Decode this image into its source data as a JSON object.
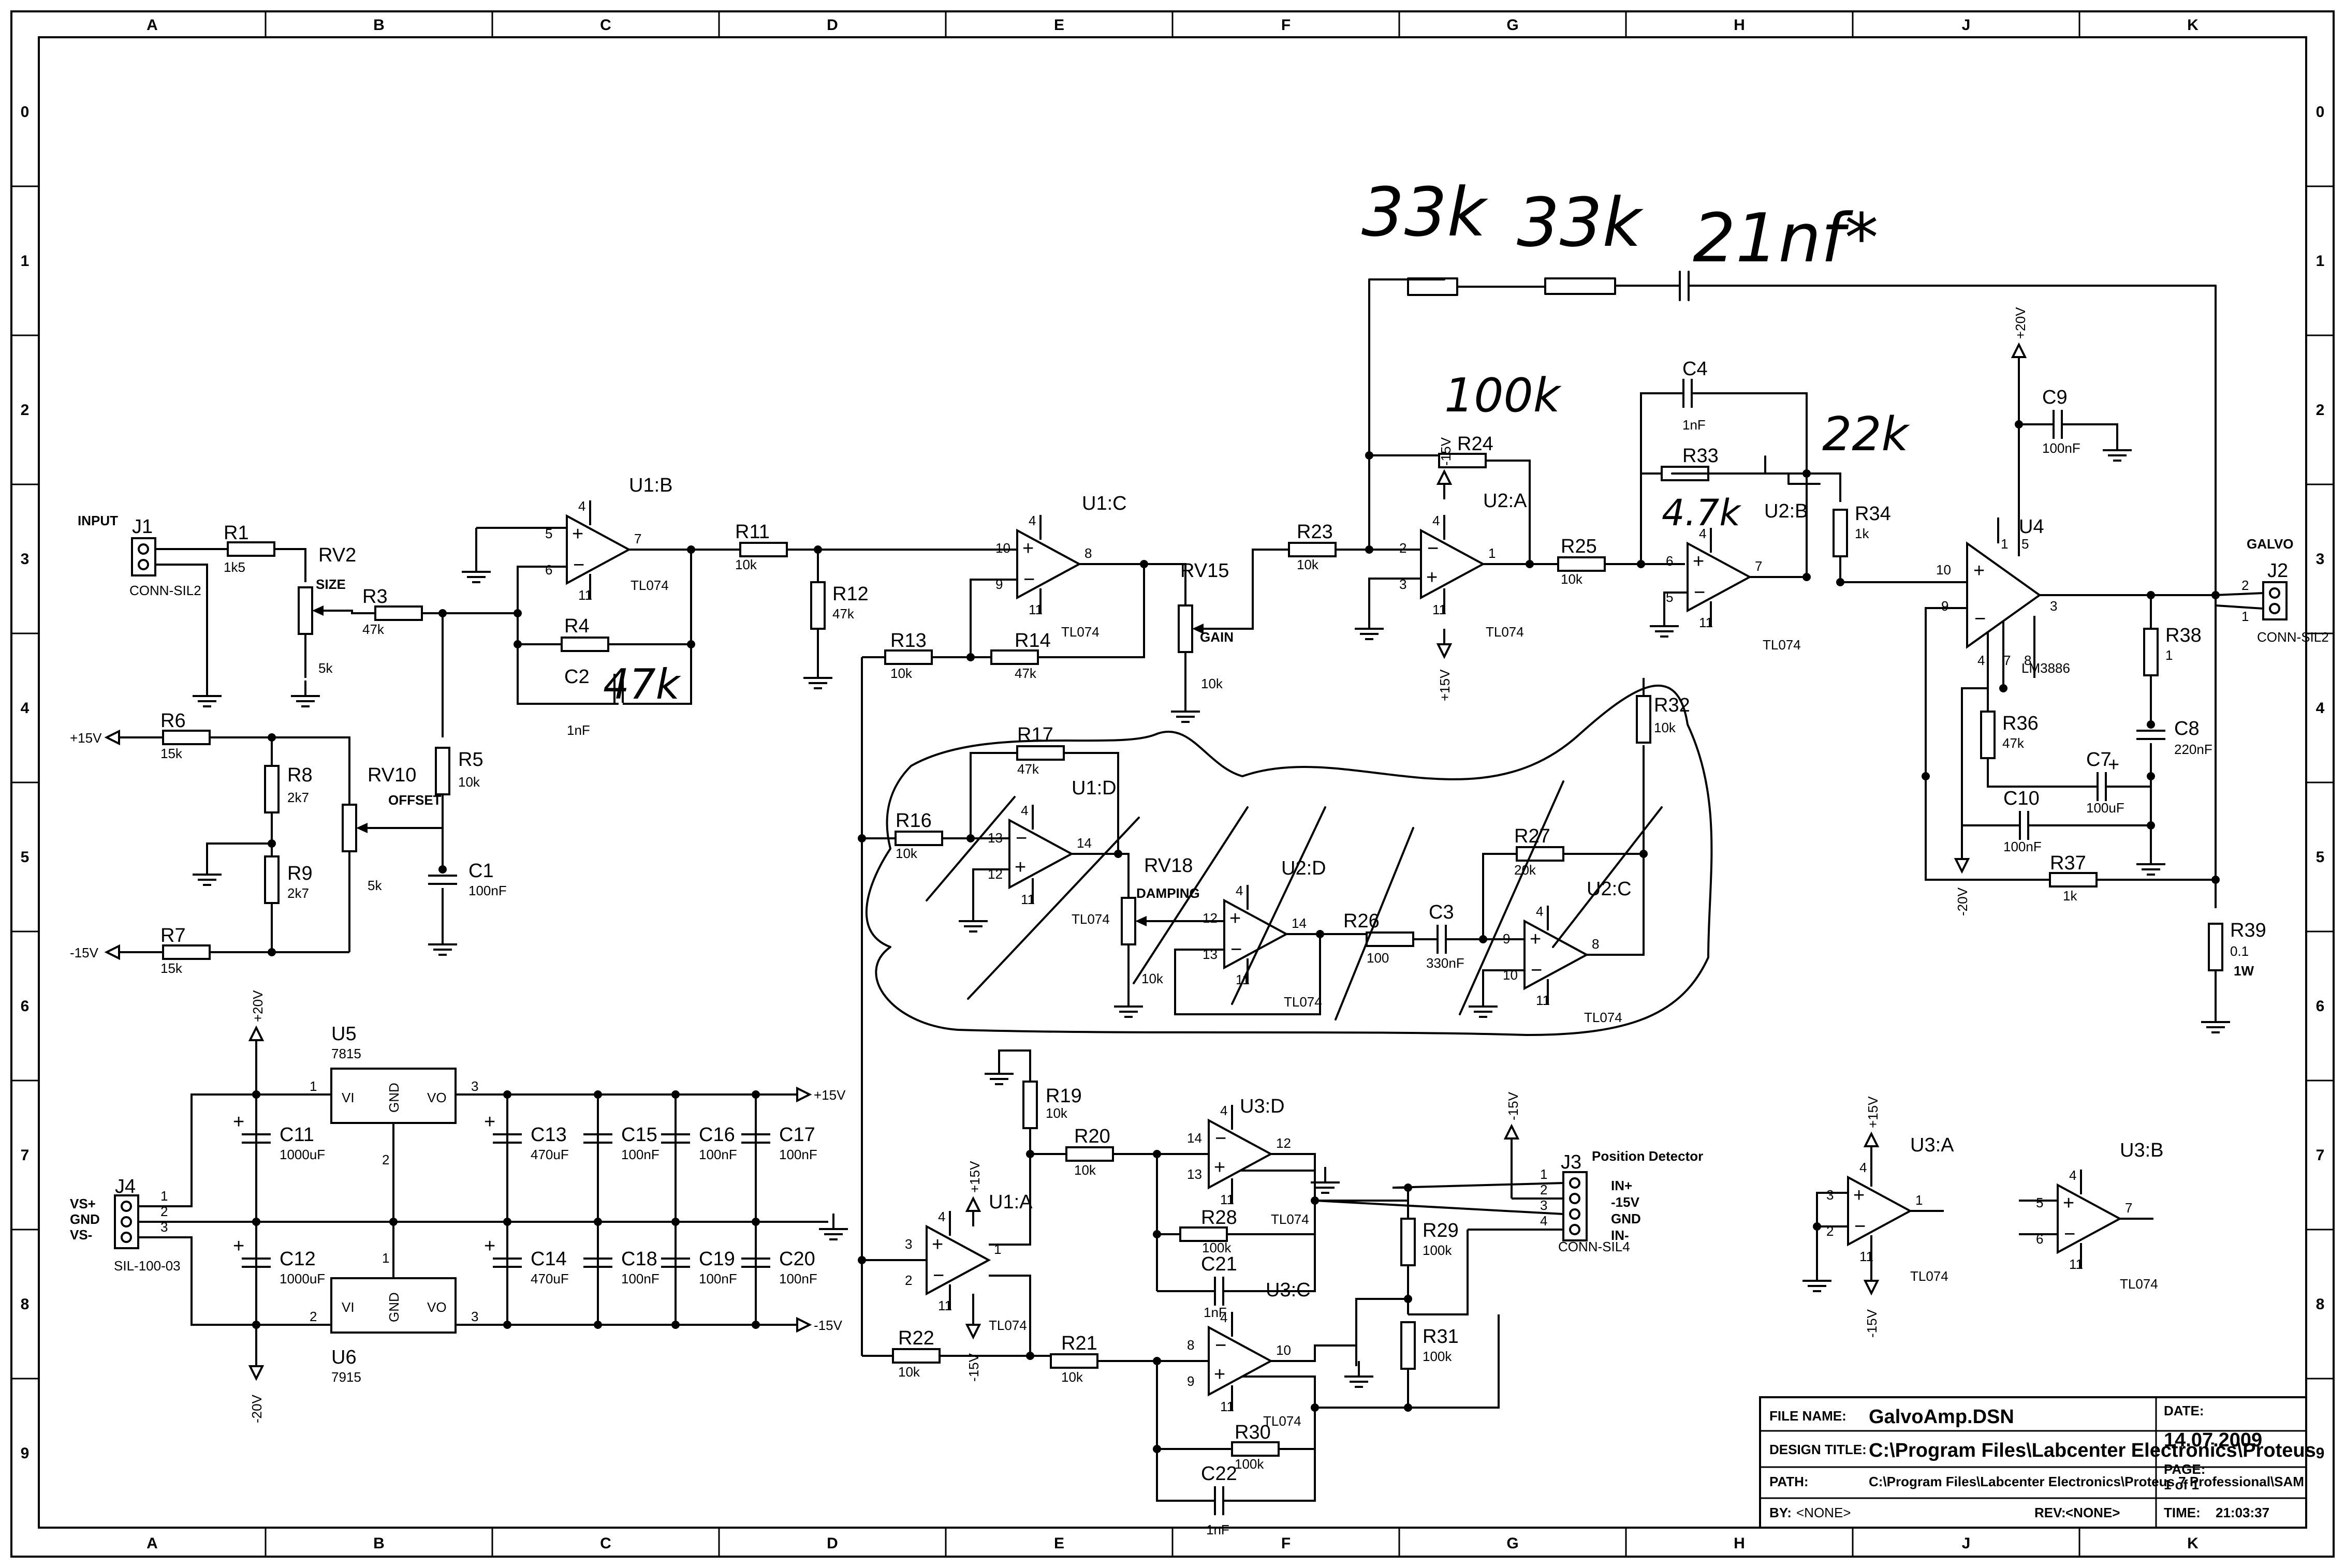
{
  "grid": {
    "columns": [
      "A",
      "B",
      "C",
      "D",
      "E",
      "F",
      "G",
      "H",
      "J",
      "K"
    ],
    "rows": [
      "0",
      "1",
      "2",
      "3",
      "4",
      "5",
      "6",
      "7",
      "8",
      "9"
    ]
  },
  "title_block": {
    "file_name_label": "FILE NAME:",
    "file_name": "GalvoAmp.DSN",
    "date_label": "DATE:",
    "date": "14.07.2009",
    "design_title_label": "DESIGN TITLE:",
    "design_title": "C:\\Program Files\\Labcenter Electronics\\Proteus",
    "page_label": "PAGE:",
    "page": "1 of 1",
    "path_label": "PATH:",
    "path": "C:\\Program Files\\Labcenter Electronics\\Proteus 7 Professional\\SAM",
    "by_label": "BY:",
    "by": "<NONE>",
    "rev_label": "REV:",
    "rev": "<NONE>",
    "time_label": "TIME:",
    "time": "21:03:37"
  },
  "labels": {
    "input": "INPUT",
    "size": "SIZE",
    "offset": "OFFSET",
    "gain": "GAIN",
    "damping": "DAMPING",
    "galvo": "GALVO",
    "one_w": "1W",
    "position_detector": "Position Detector",
    "vs_plus": "VS+",
    "gnd": "GND",
    "vs_minus": "VS-",
    "in_plus": "IN+",
    "m15v": "-15V",
    "gnd2": "GND",
    "in_minus": "IN-"
  },
  "handwritten": {
    "k33a": "33k",
    "k33b": "33k",
    "nf21": "21nf*",
    "k100": "100k",
    "k22": "22k",
    "k47a": "47k",
    "k47b": "4.7k"
  },
  "rails": {
    "p15": "+15V",
    "m15": "-15V",
    "p20": "+20V",
    "m20": "-20V"
  },
  "components": {
    "J1": {
      "ref": "J1",
      "val": "CONN-SIL2"
    },
    "J2": {
      "ref": "J2",
      "val": "CONN-SIL2"
    },
    "J3": {
      "ref": "J3",
      "val": "CONN-SIL4"
    },
    "J4": {
      "ref": "J4",
      "val": "SIL-100-03"
    },
    "R1": {
      "ref": "R1",
      "val": "1k5"
    },
    "R3": {
      "ref": "R3",
      "val": "47k"
    },
    "R4": {
      "ref": "R4",
      "val": ""
    },
    "R5": {
      "ref": "R5",
      "val": "10k"
    },
    "R6": {
      "ref": "R6",
      "val": "15k"
    },
    "R7": {
      "ref": "R7",
      "val": "15k"
    },
    "R8": {
      "ref": "R8",
      "val": "2k7"
    },
    "R9": {
      "ref": "R9",
      "val": "2k7"
    },
    "R11": {
      "ref": "R11",
      "val": "10k"
    },
    "R12": {
      "ref": "R12",
      "val": "47k"
    },
    "R13": {
      "ref": "R13",
      "val": "10k"
    },
    "R14": {
      "ref": "R14",
      "val": "47k"
    },
    "R16": {
      "ref": "R16",
      "val": "10k"
    },
    "R17": {
      "ref": "R17",
      "val": "47k"
    },
    "R19": {
      "ref": "R19",
      "val": "10k"
    },
    "R20": {
      "ref": "R20",
      "val": "10k"
    },
    "R21": {
      "ref": "R21",
      "val": "10k"
    },
    "R22": {
      "ref": "R22",
      "val": "10k"
    },
    "R23": {
      "ref": "R23",
      "val": "10k"
    },
    "R24": {
      "ref": "R24",
      "val": ""
    },
    "R25": {
      "ref": "R25",
      "val": "10k"
    },
    "R26": {
      "ref": "R26",
      "val": "100"
    },
    "R27": {
      "ref": "R27",
      "val": "20k"
    },
    "R28": {
      "ref": "R28",
      "val": "100k"
    },
    "R29": {
      "ref": "R29",
      "val": "100k"
    },
    "R30": {
      "ref": "R30",
      "val": "100k"
    },
    "R31": {
      "ref": "R31",
      "val": "100k"
    },
    "R32": {
      "ref": "R32",
      "val": "10k"
    },
    "R33": {
      "ref": "R33",
      "val": ""
    },
    "R34": {
      "ref": "R34",
      "val": "1k"
    },
    "R36": {
      "ref": "R36",
      "val": "47k"
    },
    "R37": {
      "ref": "R37",
      "val": "1k"
    },
    "R38": {
      "ref": "R38",
      "val": "1"
    },
    "R39": {
      "ref": "R39",
      "val": "0.1"
    },
    "RV2": {
      "ref": "RV2",
      "val": "5k"
    },
    "RV10": {
      "ref": "RV10",
      "val": "5k"
    },
    "RV15": {
      "ref": "RV15",
      "val": "10k"
    },
    "RV18": {
      "ref": "RV18",
      "val": "10k"
    },
    "C1": {
      "ref": "C1",
      "val": "100nF"
    },
    "C2": {
      "ref": "C2",
      "val": "1nF"
    },
    "C3": {
      "ref": "C3",
      "val": "330nF"
    },
    "C4": {
      "ref": "C4",
      "val": "1nF"
    },
    "C7": {
      "ref": "C7",
      "val": "100uF"
    },
    "C8": {
      "ref": "C8",
      "val": "220nF"
    },
    "C9": {
      "ref": "C9",
      "val": "100nF"
    },
    "C10": {
      "ref": "C10",
      "val": "100nF"
    },
    "C11": {
      "ref": "C11",
      "val": "1000uF"
    },
    "C12": {
      "ref": "C12",
      "val": "1000uF"
    },
    "C13": {
      "ref": "C13",
      "val": "470uF"
    },
    "C14": {
      "ref": "C14",
      "val": "470uF"
    },
    "C15": {
      "ref": "C15",
      "val": "100nF"
    },
    "C16": {
      "ref": "C16",
      "val": "100nF"
    },
    "C17": {
      "ref": "C17",
      "val": "100nF"
    },
    "C18": {
      "ref": "C18",
      "val": "100nF"
    },
    "C19": {
      "ref": "C19",
      "val": "100nF"
    },
    "C20": {
      "ref": "C20",
      "val": "100nF"
    },
    "C21": {
      "ref": "C21",
      "val": "1nF"
    },
    "C22": {
      "ref": "C22",
      "val": "1nF"
    },
    "U1A": {
      "ref": "U1:A",
      "val": "TL074"
    },
    "U1B": {
      "ref": "U1:B",
      "val": "TL074"
    },
    "U1C": {
      "ref": "U1:C",
      "val": "TL074"
    },
    "U1D": {
      "ref": "U1:D",
      "val": "TL074"
    },
    "U2A": {
      "ref": "U2:A",
      "val": "TL074"
    },
    "U2B": {
      "ref": "U2:B",
      "val": "TL074"
    },
    "U2C": {
      "ref": "U2:C",
      "val": "TL074"
    },
    "U2D": {
      "ref": "U2:D",
      "val": "TL074"
    },
    "U3A": {
      "ref": "U3:A",
      "val": "TL074"
    },
    "U3B": {
      "ref": "U3:B",
      "val": "TL074"
    },
    "U3C": {
      "ref": "U3:C",
      "val": "TL074"
    },
    "U3D": {
      "ref": "U3:D",
      "val": "TL074"
    },
    "U4": {
      "ref": "U4",
      "val": "LM3886"
    },
    "U5": {
      "ref": "U5",
      "val": "7815"
    },
    "U6": {
      "ref": "U6",
      "val": "7915"
    }
  },
  "reg_pins": {
    "vi": "VI",
    "vo": "VO",
    "gnd": "GND"
  }
}
